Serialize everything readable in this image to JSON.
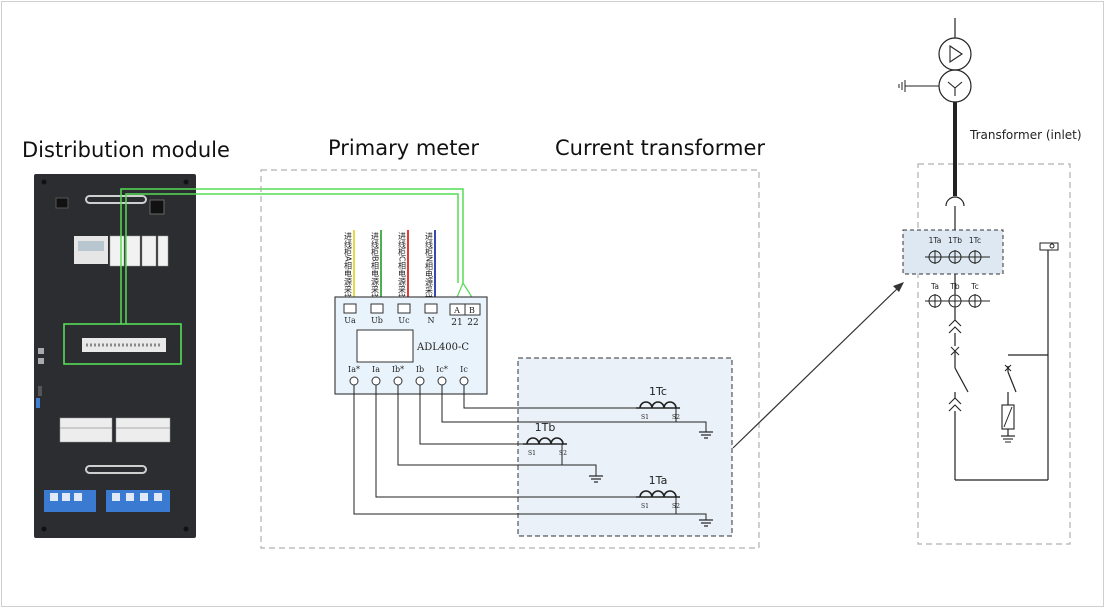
{
  "headings": {
    "distribution_module": "Distribution module",
    "primary_meter": "Primary meter",
    "current_transformer": "Current transformer",
    "transformer_inlet": "Transformer  (inlet)"
  },
  "meter": {
    "model": "ADL400-C",
    "top_terminals": [
      "Ua",
      "Ub",
      "Uc",
      "N"
    ],
    "comm_terminals": [
      "A",
      "B"
    ],
    "comm_numbers": [
      "21",
      "22"
    ],
    "bottom_terminals": [
      "Ia*",
      "Ia",
      "Ib*",
      "Ib",
      "Ic*",
      "Ic"
    ],
    "wire_labels": [
      "进线柜A相电源采样",
      "进线柜B相电源采样",
      "进线柜C相电源采样",
      "进线柜N相电源采样"
    ],
    "wire_colors": [
      "#e8d84a",
      "#4caf50",
      "#e53935",
      "#3949ab"
    ]
  },
  "current_transformers": {
    "ct_names": [
      "1Tc",
      "1Tb",
      "1Ta"
    ],
    "secondary_start": "S1",
    "secondary_end": "S2"
  },
  "single_line": {
    "ct_group_top": [
      "1Ta",
      "1Tb",
      "1Tc"
    ],
    "ct_group_bottom": [
      "Ta",
      "Tb",
      "Tc"
    ]
  },
  "colors": {
    "comm_wire": "#55dd55",
    "cabinet": "#2b2d30",
    "ct_box_fill": "#eaf1f8",
    "dashed_border": "#b0b0b0"
  }
}
